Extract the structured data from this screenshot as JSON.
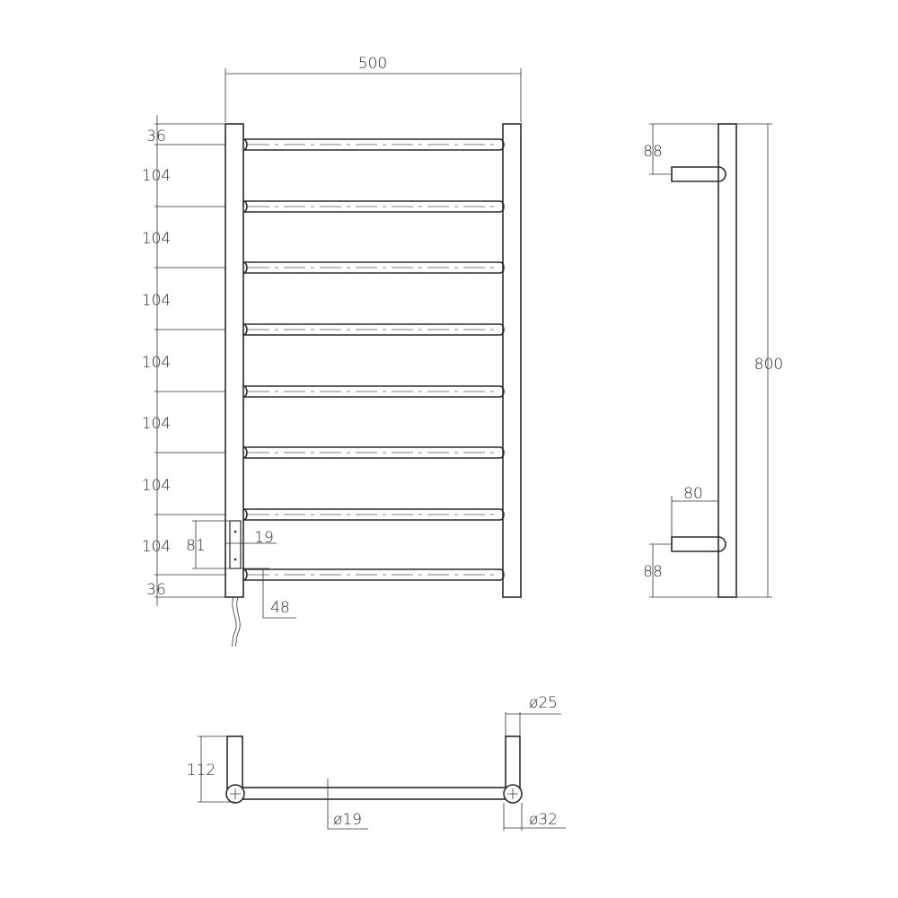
{
  "front_view": {
    "width_label": "500",
    "top_offset_label": "36",
    "spacing_labels": [
      "104",
      "104",
      "104",
      "104",
      "104",
      "104",
      "104"
    ],
    "bottom_offset_label": "36",
    "box_height_label": "81",
    "box_depth_label": "19",
    "box_offset_label": "48"
  },
  "side_view": {
    "top_bracket_label": "88",
    "height_label": "800",
    "bracket_depth_label": "80",
    "bottom_bracket_label": "88"
  },
  "top_view": {
    "depth_label": "112",
    "post_diameter_label": "ø25",
    "bar_diameter_label": "ø19",
    "joint_diameter_label": "ø32"
  },
  "colors": {
    "line": "#2a2a2a"
  }
}
